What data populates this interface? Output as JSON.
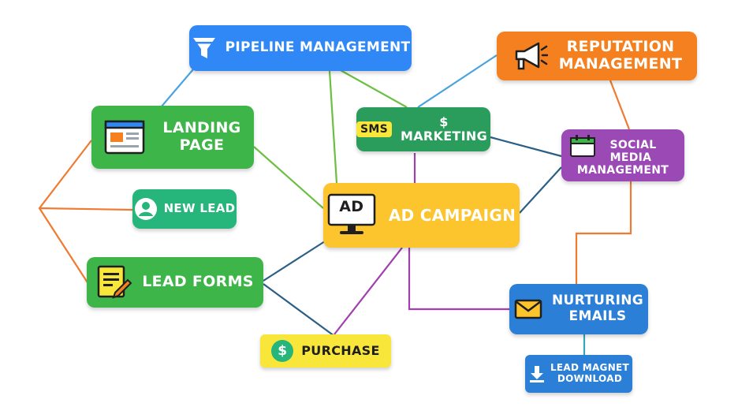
{
  "nodes": {
    "pipeline": {
      "lines": [
        "PIPELINE MANAGEMENT"
      ]
    },
    "reputation": {
      "lines": [
        "REPUTATION",
        "MANAGEMENT"
      ]
    },
    "landing": {
      "lines": [
        "LANDING",
        "PAGE"
      ]
    },
    "sms": {
      "badge": "SMS",
      "label": "$ MARKETING"
    },
    "social": {
      "lines": [
        "SOCIAL",
        "MEDIA",
        "MANAGEMENT"
      ]
    },
    "newlead": {
      "lines": [
        "NEW LEAD"
      ]
    },
    "ad": {
      "icon_text": "AD",
      "lines": [
        "AD CAMPAIGN"
      ]
    },
    "leadforms": {
      "lines": [
        "LEAD FORMS"
      ]
    },
    "nurturing": {
      "lines": [
        "NURTURING",
        "EMAILS"
      ]
    },
    "purchase": {
      "icon_text": "$",
      "lines": [
        "PURCHASE"
      ]
    },
    "magnet": {
      "lines": [
        "LEAD MAGNET",
        "DOWNLOAD"
      ]
    }
  },
  "icons": {
    "pipeline": "funnel-icon",
    "reputation": "megaphone-icon",
    "landing": "webpage-icon",
    "sms": "sms-badge-icon",
    "social": "calendar-icon",
    "newlead": "user-icon",
    "ad": "monitor-ad-icon",
    "leadforms": "form-pencil-icon",
    "nurturing": "envelope-icon",
    "purchase": "dollar-coin-icon",
    "magnet": "download-icon"
  },
  "colors": {
    "blue": "#2f88f5",
    "orange": "#f5801f",
    "green": "#3db548",
    "dark_green": "#2a9d5c",
    "teal_green": "#26b57a",
    "purple": "#9b4ab5",
    "yellow": "#fcc42d",
    "bright_yellow": "#f9e63a",
    "email_blue": "#2b7fd6",
    "connector_orange": "#f07b30",
    "connector_green": "#6cbf43",
    "connector_blue": "#4aa3df",
    "connector_navy": "#2b5f86",
    "connector_purple": "#a23fb0",
    "connector_teal": "#3aa4b8"
  }
}
